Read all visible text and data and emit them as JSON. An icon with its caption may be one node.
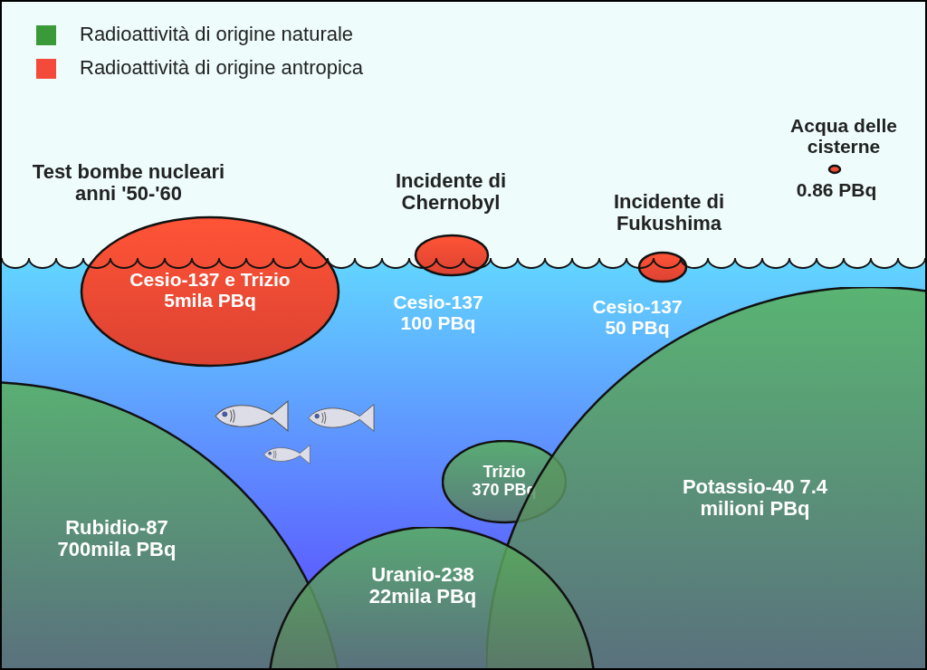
{
  "diagram": {
    "nodes": [
      {
        "text": [
          "Test bombe nucleari anni '50-'60",
          "Cesio-137 e Trizio 5mila PBq"
        ]
      },
      {
        "text": [
          "Incidente di Chernobyl",
          "Cesio-137 100 PBq"
        ]
      },
      {
        "text": [
          "Incidente di Fukushima",
          "Cesio-137 50 PBq"
        ]
      },
      {
        "text": [
          "Acqua delle cisterne",
          "0.86 PBq"
        ]
      },
      {
        "text": [
          "Trizio 370 PBq"
        ]
      },
      {
        "text": [
          "Rubidio-87 700mila PBq"
        ]
      },
      {
        "text": [
          "Potassio-40 7.4 milioni PBq"
        ]
      },
      {
        "text": [
          "Uranio-238 22mila PBq"
        ]
      }
    ],
    "edges": [],
    "legend": [
      {
        "text": "Radioattività di origine naturale",
        "color": "#3a9a3a"
      },
      {
        "text": "Radioattività di origine antropica",
        "color": "#f44a3c"
      }
    ]
  }
}
